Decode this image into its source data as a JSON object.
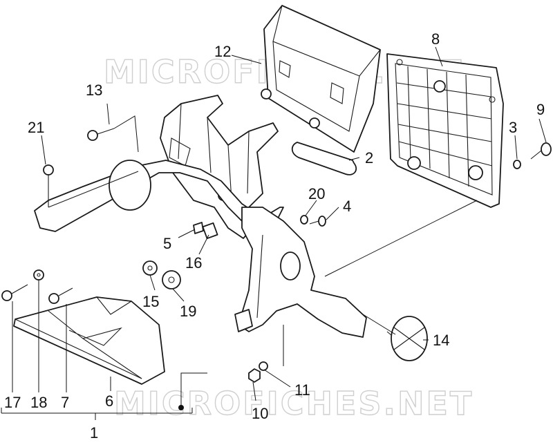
{
  "watermark": "MICROFICHES.NET",
  "callouts": [
    {
      "id": "1",
      "label": "1"
    },
    {
      "id": "2",
      "label": "2"
    },
    {
      "id": "3",
      "label": "3"
    },
    {
      "id": "4",
      "label": "4"
    },
    {
      "id": "5",
      "label": "5"
    },
    {
      "id": "6",
      "label": "6"
    },
    {
      "id": "7",
      "label": "7"
    },
    {
      "id": "8",
      "label": "8"
    },
    {
      "id": "9",
      "label": "9"
    },
    {
      "id": "10",
      "label": "10"
    },
    {
      "id": "11",
      "label": "11"
    },
    {
      "id": "12",
      "label": "12"
    },
    {
      "id": "13",
      "label": "13"
    },
    {
      "id": "14",
      "label": "14"
    },
    {
      "id": "15",
      "label": "15"
    },
    {
      "id": "16",
      "label": "16"
    },
    {
      "id": "17",
      "label": "17"
    },
    {
      "id": "18",
      "label": "18"
    },
    {
      "id": "19",
      "label": "19"
    },
    {
      "id": "20",
      "label": "20"
    },
    {
      "id": "21",
      "label": "21"
    }
  ]
}
